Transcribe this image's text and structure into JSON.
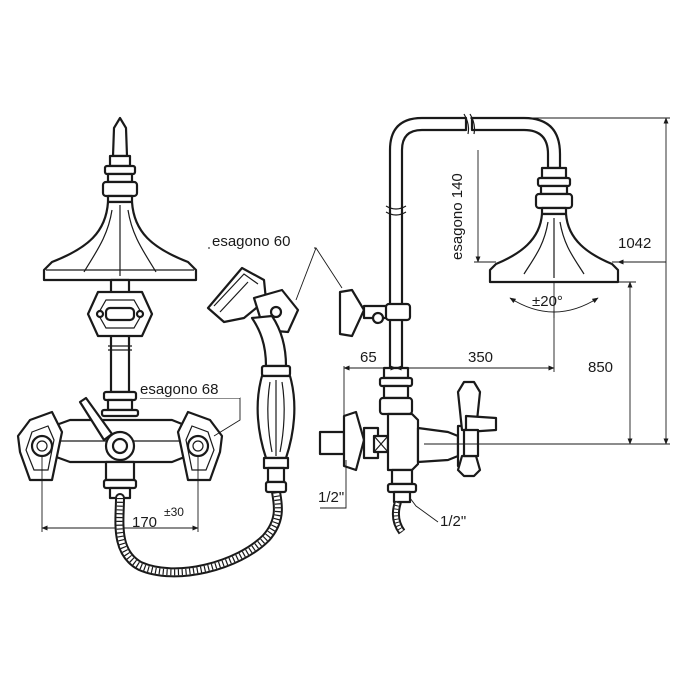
{
  "labels": {
    "hex_60": "esagono  60",
    "hex_68": "esagono  68",
    "hex_140": "esagono  140",
    "dim_170": "170",
    "dim_170_tol": "±30",
    "dim_65": "65",
    "dim_350": "350",
    "dim_850": "850",
    "dim_1042": "1042",
    "angle": "±20°",
    "thread_left": "1/2\"",
    "thread_right": "1/2\""
  }
}
